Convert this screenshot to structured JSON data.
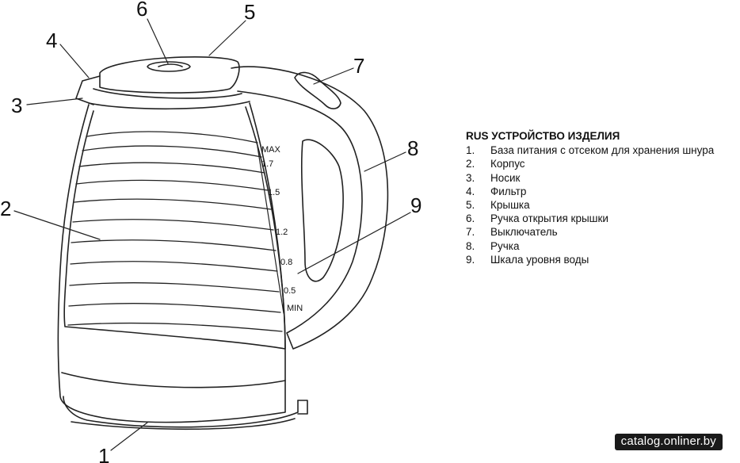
{
  "callouts": [
    "1",
    "2",
    "3",
    "4",
    "5",
    "6",
    "7",
    "8",
    "9"
  ],
  "scale_marks": [
    "MAX",
    "1.7",
    "1.5",
    "1.2",
    "0.8",
    "0.5",
    "MIN"
  ],
  "legend": {
    "title": "RUS УСТРОЙСТВО ИЗДЕЛИЯ",
    "items": [
      {
        "num": "1.",
        "text": "База питания с отсеком для хранения шнура"
      },
      {
        "num": "2.",
        "text": "Корпус"
      },
      {
        "num": "3.",
        "text": "Носик"
      },
      {
        "num": "4.",
        "text": "Фильтр"
      },
      {
        "num": "5.",
        "text": "Крышка"
      },
      {
        "num": "6.",
        "text": "Ручка открытия крышки"
      },
      {
        "num": "7.",
        "text": "Выключатель"
      },
      {
        "num": "8.",
        "text": "Ручка"
      },
      {
        "num": "9.",
        "text": "Шкала уровня воды"
      }
    ]
  },
  "watermark": "catalog.onliner.by",
  "colors": {
    "line": "#222222",
    "background": "#ffffff"
  }
}
